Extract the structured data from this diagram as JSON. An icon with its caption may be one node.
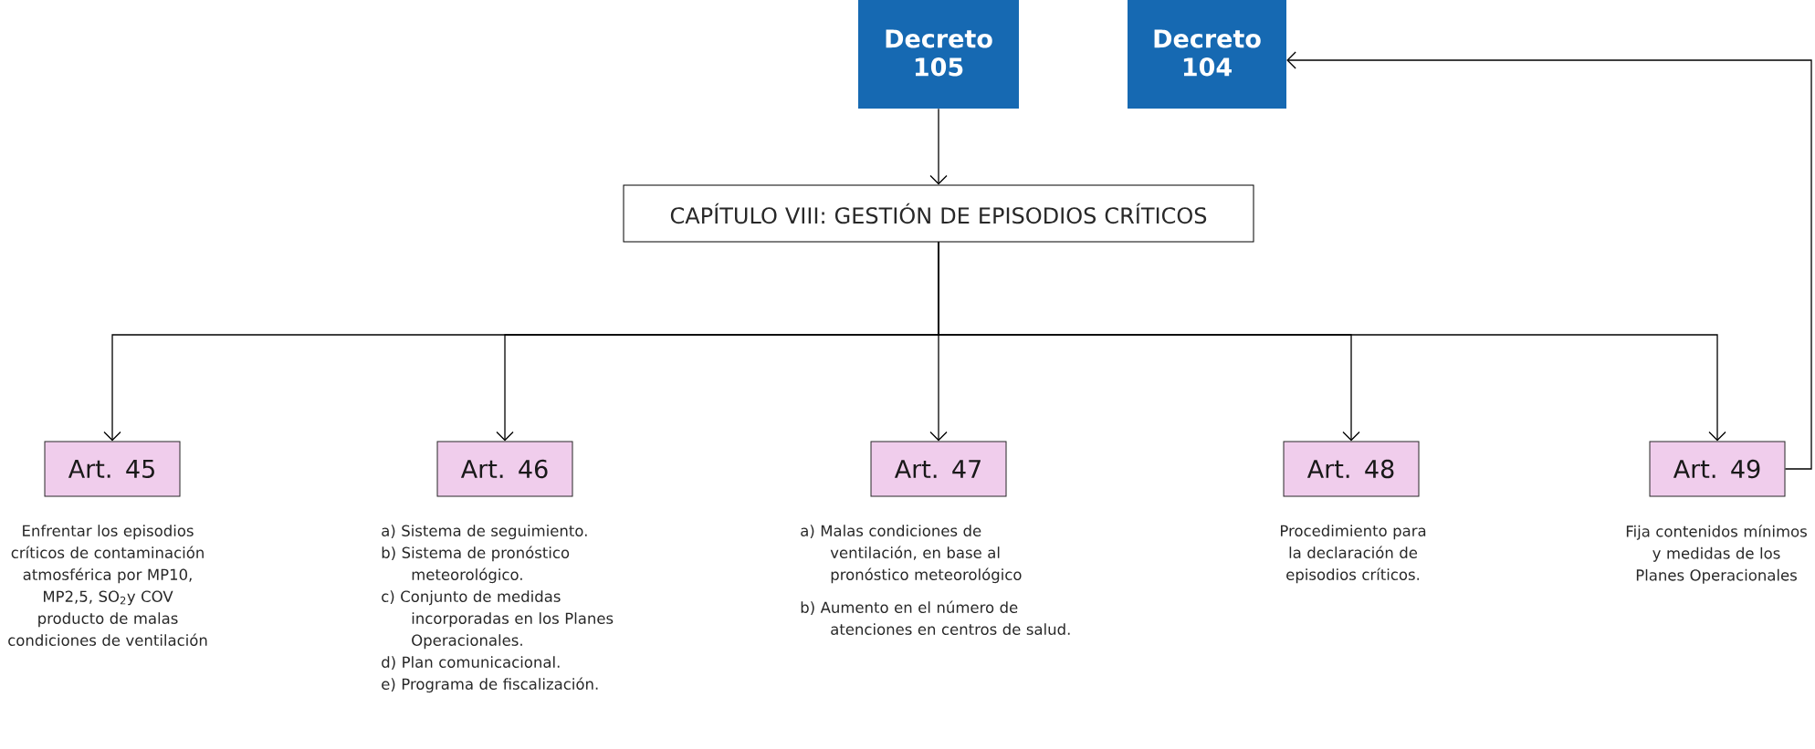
{
  "diagram": {
    "nodes": [
      {
        "text": [
          "Decreto 105"
        ]
      },
      {
        "text": [
          "Decreto 104"
        ]
      },
      {
        "text": [
          "CAPÍTULO VIII: GESTIÓN DE EPISODIOS CRÍTICOS"
        ]
      },
      {
        "text": [
          "Art. 45"
        ],
        "beside": [
          "Enfrentar los episodios críticos de contaminación atmosférica por MP10, MP2,5, SO$_{2}$y COV producto de malas condiciones de ventilación"
        ]
      },
      {
        "text": [
          "Art. 46"
        ],
        "beside": [
          "a) Sistema de seguimiento.",
          "b) Sistema de pronóstico meteorológico.",
          "c) Conjunto de medidas incorporadas en los Planes Operacionales.",
          "d) Plan comunicacional.",
          "e) Programa de fiscalización."
        ]
      },
      {
        "text": [
          "Art. 47"
        ],
        "beside": [
          "a) Malas condiciones de ventilación, en base al pronóstico meteorológico",
          "b) Aumento en el número de atenciones en centros de salud."
        ]
      },
      {
        "text": [
          "Art. 48"
        ],
        "beside": [
          "Procedimiento para la declaración de episodios críticos."
        ]
      },
      {
        "text": [
          "Art. 49"
        ],
        "beside": [
          "Fija contenidos mínimos y medidas de los Planes Operacionales"
        ]
      }
    ],
    "edges": [
      {
        "from": 0,
        "to": 2,
        "arrow": "to"
      },
      {
        "from": 2,
        "to": 3,
        "arrow": "to"
      },
      {
        "from": 2,
        "to": 4,
        "arrow": "to"
      },
      {
        "from": 2,
        "to": 5,
        "arrow": "to"
      },
      {
        "from": 2,
        "to": 6,
        "arrow": "to"
      },
      {
        "from": 2,
        "to": 7,
        "arrow": "to"
      },
      {
        "from": 7,
        "to": 1,
        "arrow": "to"
      }
    ]
  }
}
